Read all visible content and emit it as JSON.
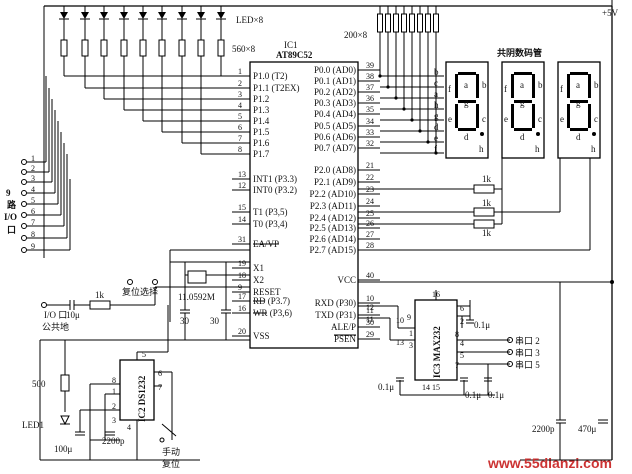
{
  "supply": "+5V",
  "leds": {
    "label": "LED×8",
    "res": "560×8"
  },
  "resnet": "200×8",
  "display_title": "共阴数码管",
  "io9": {
    "label_chars": [
      "9",
      "路",
      "I/O",
      "口"
    ],
    "pins": [
      "1",
      "2",
      "3",
      "4",
      "5",
      "6",
      "7",
      "8",
      "9"
    ]
  },
  "ic1": {
    "name": "IC1",
    "part": "AT89C52",
    "left_pins": [
      {
        "num": "1",
        "name": "P1.0 (T2)"
      },
      {
        "num": "2",
        "name": "P1.1 (T2EX)"
      },
      {
        "num": "3",
        "name": "P1.2"
      },
      {
        "num": "4",
        "name": "P1.3"
      },
      {
        "num": "5",
        "name": "P1.4"
      },
      {
        "num": "6",
        "name": "P1.5"
      },
      {
        "num": "7",
        "name": "P1.6"
      },
      {
        "num": "8",
        "name": "P1.7"
      },
      {
        "num": "13",
        "name": "INT1 (P3.3)"
      },
      {
        "num": "12",
        "name": "INT0 (P3.2)"
      },
      {
        "num": "15",
        "name": "T1 (P3,5)"
      },
      {
        "num": "14",
        "name": "T0 (P3,4)"
      },
      {
        "num": "31",
        "name": "EA/VP"
      },
      {
        "num": "19",
        "name": "X1"
      },
      {
        "num": "18",
        "name": "X2"
      },
      {
        "num": "9",
        "name": "RESET"
      },
      {
        "num": "17",
        "name": "RD (P3.7)"
      },
      {
        "num": "16",
        "name": "WR (P3,6)"
      },
      {
        "num": "20",
        "name": "VSS"
      }
    ],
    "right_pins": [
      {
        "num": "39",
        "name": "P0.0 (AD0)"
      },
      {
        "num": "38",
        "name": "P0.1 (AD1)"
      },
      {
        "num": "37",
        "name": "P0.2 (AD2)"
      },
      {
        "num": "36",
        "name": "P0.3 (AD3)"
      },
      {
        "num": "35",
        "name": "P0.4 (AD4)"
      },
      {
        "num": "34",
        "name": "P0.5 (AD5)"
      },
      {
        "num": "33",
        "name": "P0.6 (AD6)"
      },
      {
        "num": "32",
        "name": "P0.7 (AD7)"
      },
      {
        "num": "21",
        "name": "P2.0 (AD8)"
      },
      {
        "num": "22",
        "name": "P2.1 (AD9)"
      },
      {
        "num": "23",
        "name": "P2.2 (AD10)"
      },
      {
        "num": "24",
        "name": "P2.3 (AD11)"
      },
      {
        "num": "25",
        "name": "P2.4 (AD12)"
      },
      {
        "num": "26",
        "name": "P2.5 (AD13)"
      },
      {
        "num": "27",
        "name": "P2.6 (AD14)"
      },
      {
        "num": "28",
        "name": "P2.7 (AD15)"
      },
      {
        "num": "40",
        "name": "VCC"
      },
      {
        "num": "10",
        "name": "RXD (P30)"
      },
      {
        "num": "11",
        "name": "TXD (P31)"
      },
      {
        "num": "30",
        "name": "ALE/P"
      },
      {
        "num": "29",
        "name": "PSEN"
      }
    ]
  },
  "seg_letters": [
    "b",
    "c",
    "a",
    "h",
    "g",
    "d",
    "e",
    "f"
  ],
  "digit_labels": [
    "a",
    "b",
    "f",
    "g",
    "c",
    "e",
    "d",
    "h"
  ],
  "digit_resistors": [
    "1k",
    "1k",
    "1k"
  ],
  "crystal": "11.0592M",
  "caps": {
    "c30a": "30",
    "c30b": "30",
    "c10u": "10μ",
    "c100u": "100μ",
    "c2200a": "2200p",
    "c2200b": "2200p",
    "c470u": "470μ",
    "c01": [
      "0.1μ",
      "0.1μ",
      "0.1μ",
      "0.1μ"
    ]
  },
  "res": {
    "r1k": "1k",
    "r500": "500"
  },
  "labels": {
    "reset_sel": "复位选择",
    "io_gnd_1": "I/O 口",
    "io_gnd_2": "公共地",
    "led1": "LED1",
    "manual_1": "手动",
    "manual_2": "复位"
  },
  "ic2": {
    "name": "IC2 DS1232",
    "pins": [
      "5",
      "8",
      "1",
      "2",
      "3",
      "4",
      "6",
      "7"
    ]
  },
  "ic3": {
    "name": "IC3 MAX232",
    "pins": [
      "16",
      "6",
      "2",
      "1",
      "3",
      "4",
      "5",
      "9",
      "8",
      "7",
      "10",
      "12",
      "11",
      "13",
      "14",
      "15"
    ]
  },
  "ports": [
    "串口 2",
    "串口 3",
    "串口 5"
  ],
  "watermark": "www.55dianzi.com"
}
